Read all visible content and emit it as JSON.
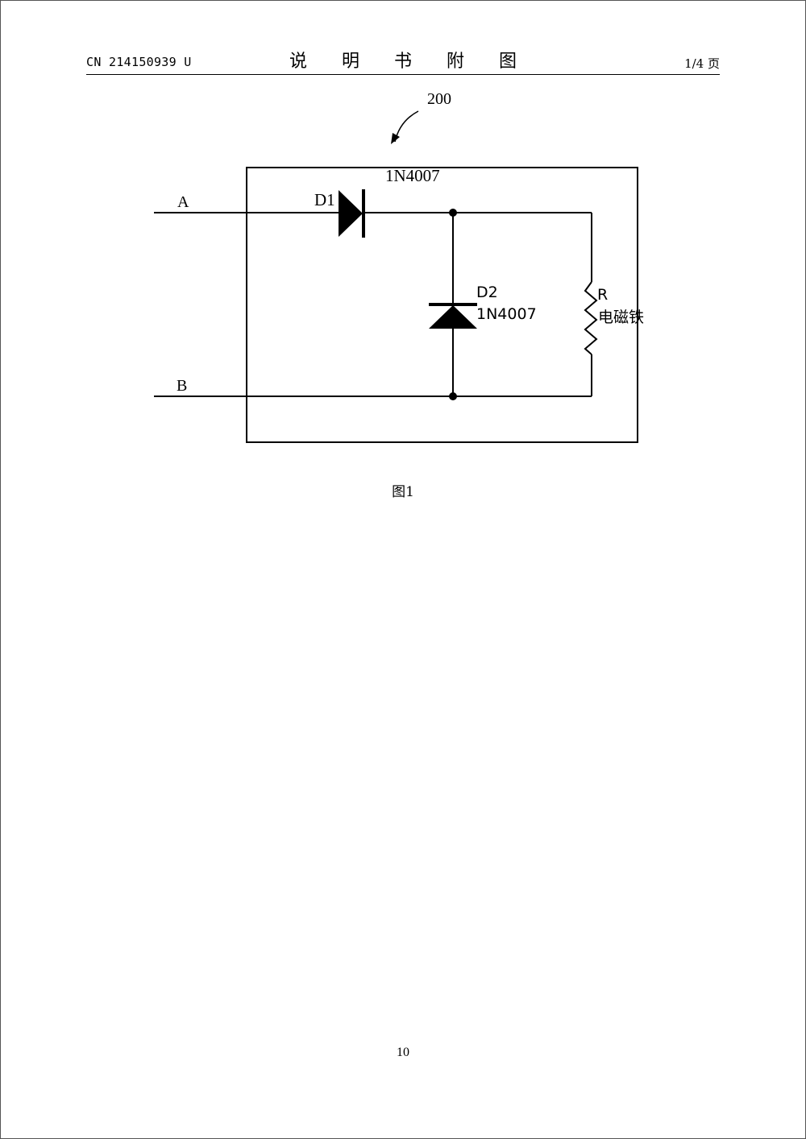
{
  "header": {
    "publication_number": "CN 214150939 U",
    "title": "说 明 书 附 图",
    "page_count": "1/4 页"
  },
  "figure": {
    "reference_numeral": "200",
    "terminals": {
      "a": "A",
      "b": "B"
    },
    "d1": {
      "label": "D1",
      "part": "1N4007"
    },
    "d2": {
      "label": "D2",
      "part": "1N4007"
    },
    "load": {
      "label": "R",
      "description": "电磁铁"
    },
    "caption": "图1"
  },
  "footer": {
    "page_number": "10"
  }
}
